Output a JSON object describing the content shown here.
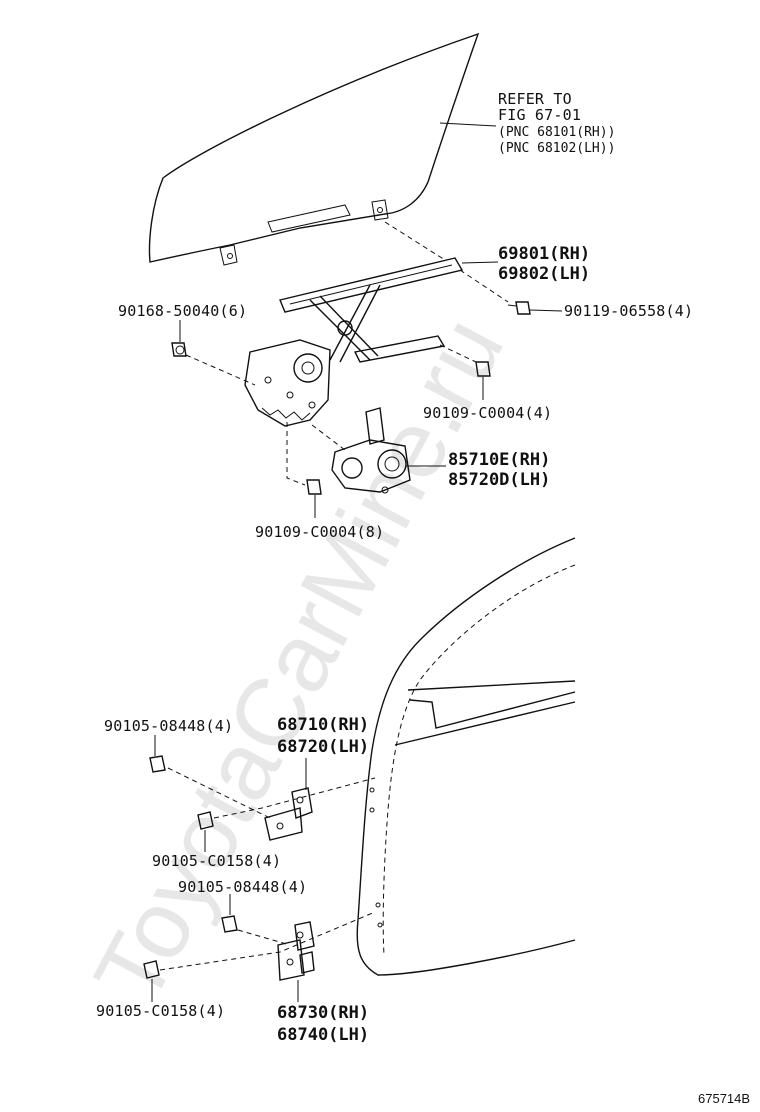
{
  "watermark": "ToyotaCarMine.ru",
  "diagram_code": "675714B",
  "refer": {
    "line1": "REFER TO",
    "line2": "FIG 67-01",
    "line3": "(PNC 68101(RH))",
    "line4": "(PNC 68102(LH))"
  },
  "labels": {
    "regulator_rh": "69801(RH)",
    "regulator_lh": "69802(LH)",
    "bolt_90168": "90168-50040(6)",
    "bolt_90119": "90119-06558(4)",
    "bolt_90109_4": "90109-C0004(4)",
    "motor_rh": "85710E(RH)",
    "motor_lh": "85720D(LH)",
    "bolt_90109_8": "90109-C0004(8)",
    "bolt_90105_08448_a": "90105-08448(4)",
    "hinge_upper_rh": "68710(RH)",
    "hinge_upper_lh": "68720(LH)",
    "bolt_90105_c0158_a": "90105-C0158(4)",
    "bolt_90105_08448_b": "90105-08448(4)",
    "bolt_90105_c0158_b": "90105-C0158(4)",
    "hinge_lower_rh": "68730(RH)",
    "hinge_lower_lh": "68740(LH)"
  }
}
